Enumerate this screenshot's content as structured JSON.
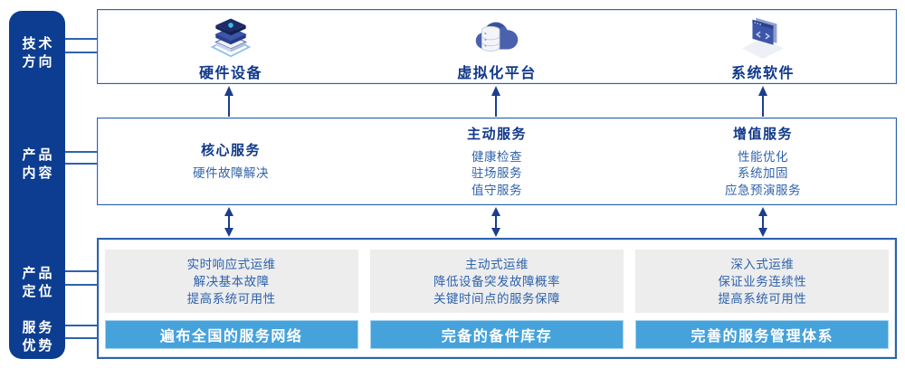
{
  "colors": {
    "sidebar_bg": "#0d3d90",
    "box_border": "#2d62ad",
    "heading_text": "#10388a",
    "body_text": "#2f63ac",
    "panel_bg": "#ededee",
    "bar_bg": "#46a2db",
    "arrow": "#1b3e8f"
  },
  "sidebar": {
    "labels": [
      {
        "line1": "技术",
        "line2": "方向"
      },
      {
        "line1": "产品",
        "line2": "内容"
      },
      {
        "line1": "产品",
        "line2": "定位"
      },
      {
        "line1": "服务",
        "line2": "优势"
      }
    ]
  },
  "tech_row": {
    "items": [
      {
        "icon": "server-stack-icon",
        "label": "硬件设备"
      },
      {
        "icon": "cloud-database-icon",
        "label": "虚拟化平台"
      },
      {
        "icon": "code-window-icon",
        "label": "系统软件"
      }
    ]
  },
  "service_row": {
    "columns": [
      {
        "title": "核心服务",
        "items": [
          "硬件故障解决"
        ]
      },
      {
        "title": "主动服务",
        "items": [
          "健康检查",
          "驻场服务",
          "值守服务"
        ]
      },
      {
        "title": "增值服务",
        "items": [
          "性能优化",
          "系统加固",
          "应急预演服务"
        ]
      }
    ]
  },
  "position_row": {
    "columns": [
      {
        "lines": [
          "实时响应式运维",
          "解决基本故障",
          "提高系统可用性"
        ],
        "advantage": "遍布全国的服务网络"
      },
      {
        "lines": [
          "主动式运维",
          "降低设备突发故障概率",
          "关键时间点的服务保障"
        ],
        "advantage": "完备的备件库存"
      },
      {
        "lines": [
          "深入式运维",
          "保证业务连续性",
          "提高系统可用性"
        ],
        "advantage": "完善的服务管理体系"
      }
    ]
  }
}
